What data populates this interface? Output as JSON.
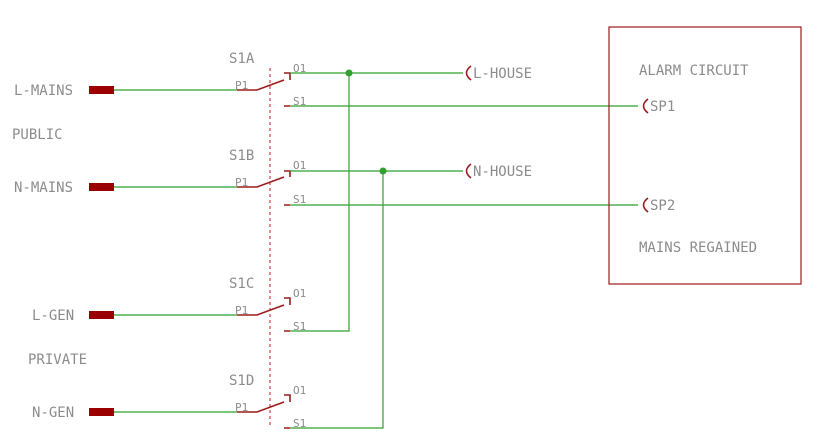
{
  "inputs": {
    "l_mains": "L-MAINS",
    "n_mains": "N-MAINS",
    "l_gen": "L-GEN",
    "n_gen": "N-GEN",
    "public": "PUBLIC",
    "private": "PRIVATE"
  },
  "switch": {
    "s1a": "S1A",
    "s1b": "S1B",
    "s1c": "S1C",
    "s1d": "S1D",
    "pin_p": "P1",
    "pin_o": "O1",
    "pin_s": "S1"
  },
  "outputs": {
    "l_house": "L-HOUSE",
    "n_house": "N-HOUSE"
  },
  "alarm": {
    "title": "ALARM CIRCUIT",
    "sp1": "SP1",
    "sp2": "SP2",
    "note": "MAINS REGAINED"
  },
  "colors": {
    "wire": "#2fa12f",
    "part": "#9b1c1c",
    "text": "#8c8c8c"
  }
}
